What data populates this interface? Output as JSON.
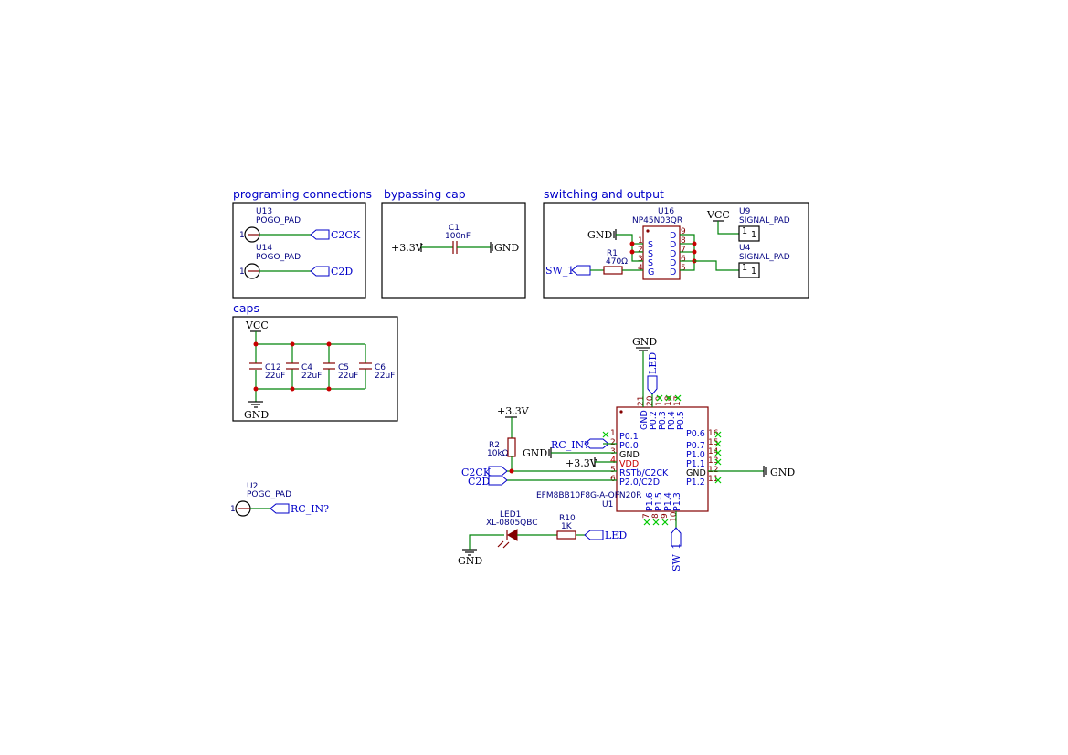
{
  "blocks": {
    "programming": "programing connections",
    "bypass": "bypassing cap",
    "switching": "switching and output",
    "caps": "caps"
  },
  "nets": {
    "c2ck": "C2CK",
    "c2d": "C2D",
    "vcc": "VCC",
    "gnd": "GND",
    "p3v3": "+3.3V",
    "sw1": "SW_1",
    "rc_in": "RC_IN?",
    "led": "LED"
  },
  "components": {
    "u13": {
      "ref": "U13",
      "value": "POGO_PAD",
      "pin": "1"
    },
    "u14": {
      "ref": "U14",
      "value": "POGO_PAD",
      "pin": "1"
    },
    "u2": {
      "ref": "U2",
      "value": "POGO_PAD",
      "pin": "1"
    },
    "c1": {
      "ref": "C1",
      "value": "100nF"
    },
    "u16": {
      "ref": "U16",
      "value": "NP45N03QR",
      "pins_left": [
        "S",
        "S",
        "S",
        "G"
      ],
      "pins_right": [
        "D",
        "D",
        "D",
        "D",
        "D"
      ],
      "pinnums_left": [
        "1",
        "2",
        "3",
        "4"
      ],
      "pinnums_right": [
        "9",
        "8",
        "7",
        "6",
        "5"
      ]
    },
    "r1": {
      "ref": "R1",
      "value": "470Ω"
    },
    "u9": {
      "ref": "U9",
      "value": "SIGNAL_PAD",
      "pin": "1"
    },
    "u4": {
      "ref": "U4",
      "value": "SIGNAL_PAD",
      "pin": "1"
    },
    "c12": {
      "ref": "C12",
      "value": "22uF"
    },
    "c4": {
      "ref": "C4",
      "value": "22uF"
    },
    "c5": {
      "ref": "C5",
      "value": "22uF"
    },
    "c6": {
      "ref": "C6",
      "value": "22uF"
    },
    "r2": {
      "ref": "R2",
      "value": "10kΩ"
    },
    "r10": {
      "ref": "R10",
      "value": "1K"
    },
    "led1": {
      "ref": "LED1",
      "value": "XL-0805QBC"
    },
    "u1": {
      "ref": "U1",
      "value": "EFM8BB10F8G-A-QFN20R",
      "left_pins": [
        "P0.1",
        "P0.0",
        "GND",
        "VDD",
        "RSTb/C2CK",
        "P2.0/C2D"
      ],
      "left_nums": [
        "1",
        "2",
        "3",
        "4",
        "5",
        "6"
      ],
      "right_pins": [
        "P0.6",
        "P0.7",
        "P1.0",
        "P1.1",
        "GND",
        "P1.2"
      ],
      "right_nums": [
        "16",
        "15",
        "14",
        "13",
        "12",
        "11"
      ],
      "top_pins": [
        "GND",
        "P0.2",
        "P0.3",
        "P0.4",
        "P0.5"
      ],
      "top_nums": [
        "21",
        "20",
        "19",
        "18",
        "17"
      ],
      "bottom_pins": [
        "P1.6",
        "P1.5",
        "P1.4",
        "P1.3"
      ],
      "bottom_nums": [
        "7",
        "8",
        "9",
        "10"
      ]
    }
  },
  "colors": {
    "wire": "#00840a",
    "component": "#840000",
    "label": "#0000c8",
    "junction": "#c80000",
    "no_connect": "#00c800"
  }
}
